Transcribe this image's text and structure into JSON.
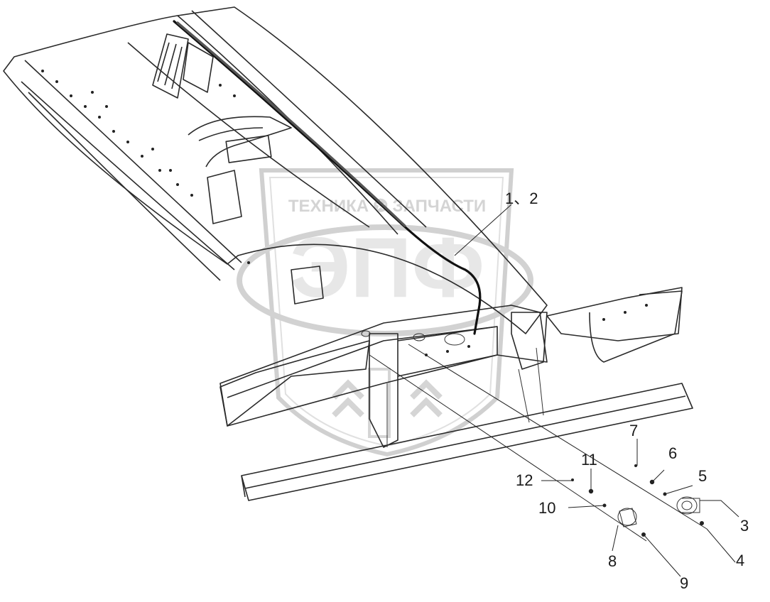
{
  "watermark": {
    "text": "ТЕХНИКА ✪ ЗАПЧАСТИ",
    "logo": "ЭПФ"
  },
  "callouts": [
    {
      "id": "c1-2",
      "text": "1、2"
    },
    {
      "id": "c3",
      "text": "3"
    },
    {
      "id": "c4",
      "text": "4"
    },
    {
      "id": "c5",
      "text": "5"
    },
    {
      "id": "c6",
      "text": "6"
    },
    {
      "id": "c7",
      "text": "7"
    },
    {
      "id": "c8",
      "text": "8"
    },
    {
      "id": "c9",
      "text": "9"
    },
    {
      "id": "c10",
      "text": "10"
    },
    {
      "id": "c11",
      "text": "11"
    },
    {
      "id": "c12",
      "text": "12"
    }
  ]
}
